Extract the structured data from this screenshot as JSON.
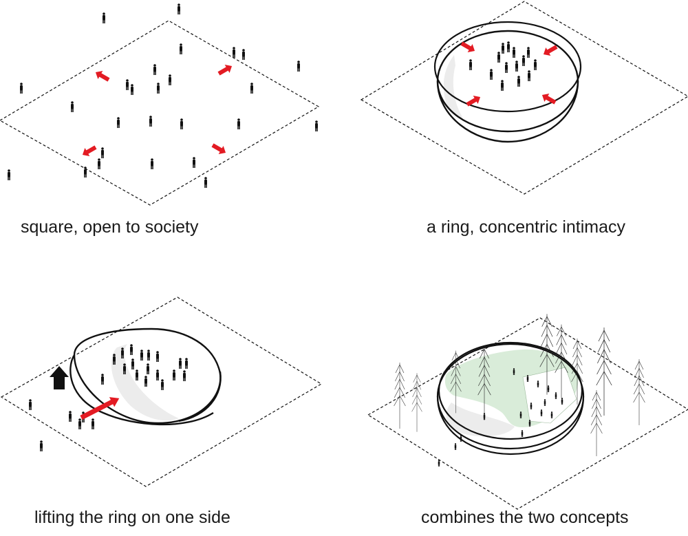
{
  "panels": [
    {
      "id": "square",
      "caption": "square, open to society"
    },
    {
      "id": "ring",
      "caption": "a ring, concentric intimacy"
    },
    {
      "id": "lifted",
      "caption": "lifting the ring on one side"
    },
    {
      "id": "combined",
      "caption": "combines the two concepts"
    }
  ],
  "colors": {
    "line": "#111111",
    "arrow_red": "#e31b23",
    "arrow_black": "#111111",
    "ramp_grey": "#ececec",
    "green": "#d9ecd9"
  }
}
